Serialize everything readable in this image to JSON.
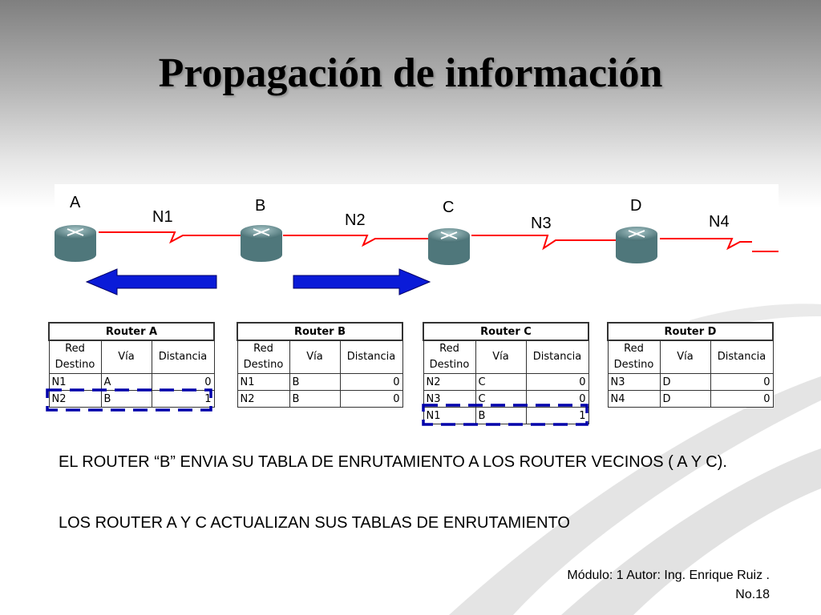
{
  "slide": {
    "title": "Propagación de información",
    "routers": [
      {
        "label": "A"
      },
      {
        "label": "B"
      },
      {
        "label": "C"
      },
      {
        "label": "D"
      }
    ],
    "networks": [
      {
        "label": "N1"
      },
      {
        "label": "N2"
      },
      {
        "label": "N3"
      },
      {
        "label": "N4"
      }
    ],
    "tables": [
      {
        "title": "Router A",
        "headers": [
          "Red\nDestino",
          "Vía",
          "Distancia"
        ],
        "rows": [
          [
            "N1",
            "A",
            "0"
          ],
          [
            "N2",
            "B",
            "1"
          ]
        ]
      },
      {
        "title": "Router B",
        "headers": [
          "Red\nDestino",
          "Vía",
          "Distancia"
        ],
        "rows": [
          [
            "N1",
            "B",
            "0"
          ],
          [
            "N2",
            "B",
            "0"
          ]
        ]
      },
      {
        "title": "Router C",
        "headers": [
          "Red\nDestino",
          "Vía",
          "Distancia"
        ],
        "rows": [
          [
            "N2",
            "C",
            "0"
          ],
          [
            "N3",
            "C",
            "0"
          ],
          [
            "N1",
            "B",
            "1"
          ]
        ]
      },
      {
        "title": "Router D",
        "headers": [
          "Red\nDestino",
          "Vía",
          "Distancia"
        ],
        "rows": [
          [
            "N3",
            "D",
            "0"
          ],
          [
            "N4",
            "D",
            "0"
          ]
        ]
      }
    ],
    "paragraph1": "EL ROUTER “B” ENVIA SU TABLA DE ENRUTAMIENTO A LOS ROUTER VECINOS ( A Y C).",
    "paragraph2": "LOS ROUTER A Y C ACTUALIZAN SUS TABLAS DE ENRUTAMIENTO",
    "footer_line1": "Módulo: 1 Autor: Ing. Enrique Ruiz .",
    "footer_line2": "No.18",
    "colors": {
      "link": "#ff0000",
      "arrow": "#0000cc",
      "dash": "#0000aa",
      "router": "#6f9a9e"
    }
  }
}
